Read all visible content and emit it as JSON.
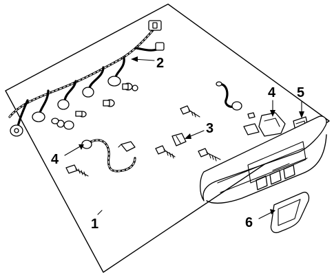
{
  "callouts": {
    "c1": "1",
    "c2": "2",
    "c3": "3",
    "c4a": "4",
    "c4b": "4",
    "c5": "5",
    "c6": "6"
  }
}
